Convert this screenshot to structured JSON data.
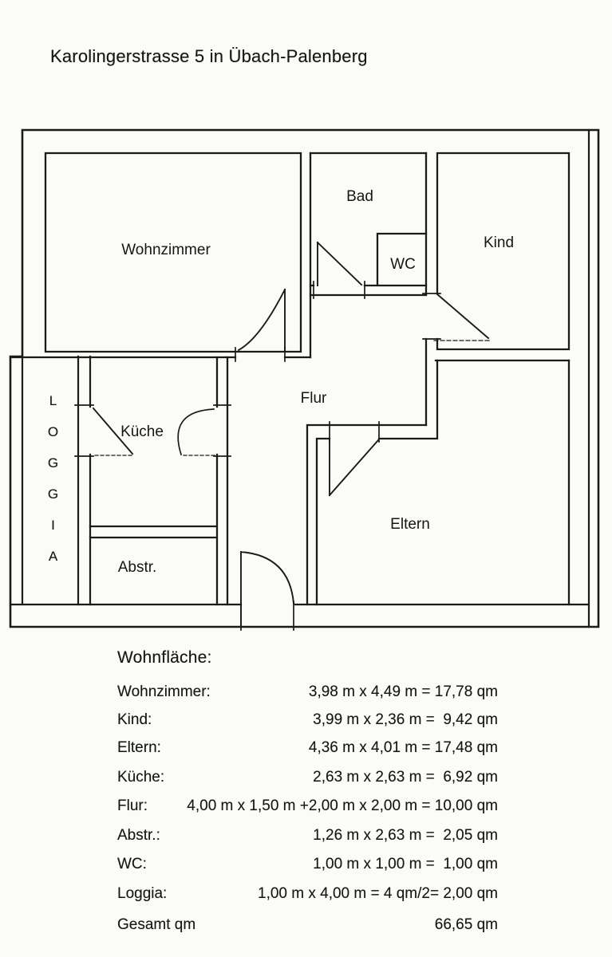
{
  "title": "Karolingerstrasse 5 in Übach-Palenberg",
  "floor_plan": {
    "rooms": {
      "wohnzimmer": "Wohnzimmer",
      "bad": "Bad",
      "wc": "WC",
      "kind": "Kind",
      "flur": "Flur",
      "kueche": "Küche",
      "abstellraum": "Abstr.",
      "eltern": "Eltern",
      "loggia": "LOGGIA"
    }
  },
  "area_table": {
    "heading": "Wohnfläche:",
    "rows": [
      {
        "label": "Wohnzimmer:",
        "value": "3,98 m x 4,49 m = 17,78 qm"
      },
      {
        "label": "Kind:",
        "value": "3,99 m x 2,36 m =  9,42 qm"
      },
      {
        "label": "Eltern:",
        "value": "4,36 m x 4,01 m = 17,48 qm"
      },
      {
        "label": "Küche:",
        "value": "2,63 m x 2,63 m =  6,92 qm"
      },
      {
        "label": "Flur:",
        "value": "4,00 m x 1,50 m +2,00 m x 2,00 m = 10,00 qm"
      },
      {
        "label": "Abstr.:",
        "value": "1,26 m x 2,63 m =  2,05 qm"
      },
      {
        "label": "WC:",
        "value": "1,00 m x 1,00 m =  1,00 qm"
      },
      {
        "label": "Loggia:",
        "value": "1,00 m x 4,00 m = 4 qm/2= 2,00 qm"
      },
      {
        "label": "Gesamt qm",
        "value": "66,65 qm"
      }
    ]
  },
  "colors": {
    "ink": "#1b1b1b",
    "paper": "#fbfbf8"
  }
}
